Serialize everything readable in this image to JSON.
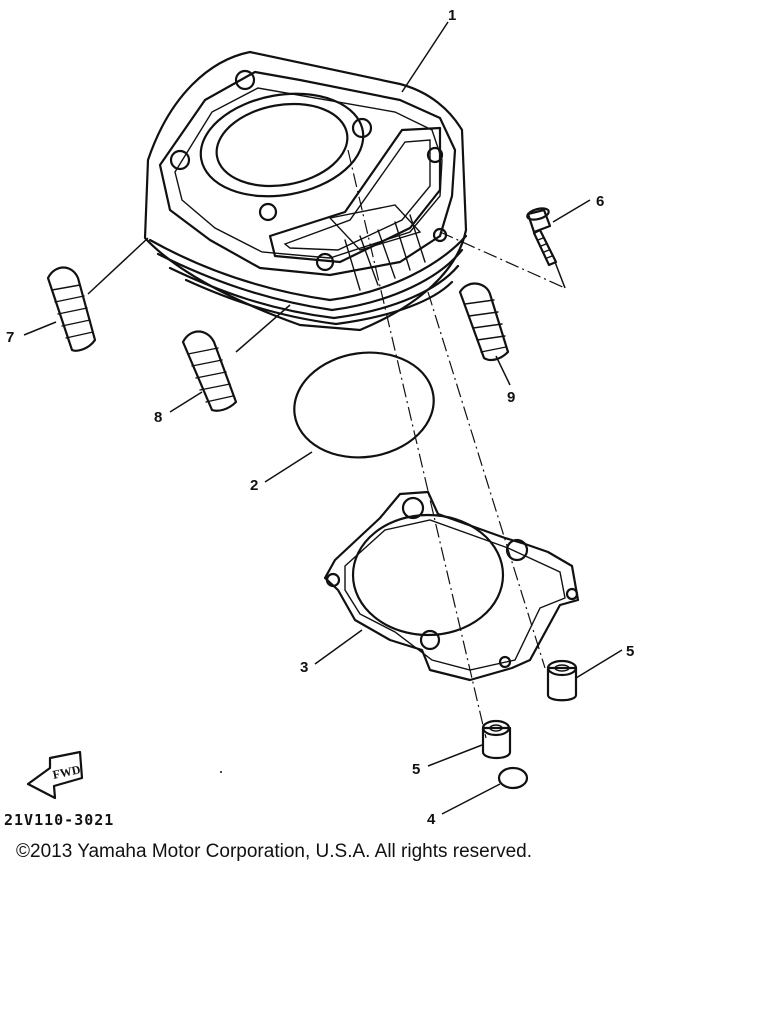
{
  "callouts": {
    "c1": "1",
    "c2": "2",
    "c3": "3",
    "c4": "4",
    "c5a": "5",
    "c5b": "5",
    "c6": "6",
    "c7": "7",
    "c8": "8",
    "c9": "9"
  },
  "fwd_label": "FWD",
  "part_code": "21V110-3021",
  "copyright": "©2013 Yamaha Motor Corporation, U.S.A. All rights reserved.",
  "colors": {
    "ink": "#111111",
    "paper": "#ffffff"
  }
}
